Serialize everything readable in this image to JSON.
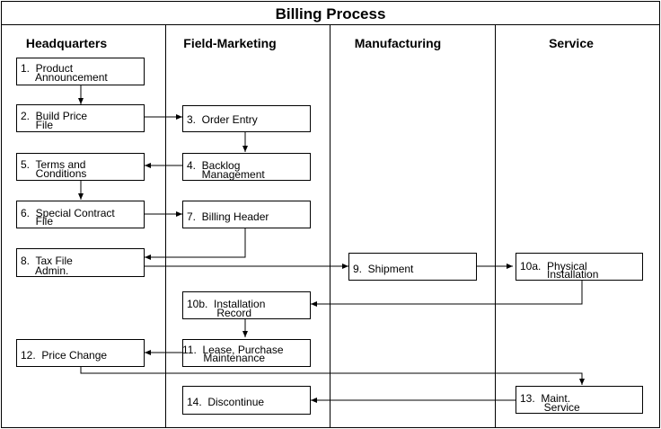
{
  "title": "Billing Process",
  "lanes": [
    "Headquarters",
    "Field-Marketing",
    "Manufacturing",
    "Service"
  ],
  "steps": [
    {
      "id": "s1",
      "lines": [
        "1.  Product",
        "     Announcement"
      ]
    },
    {
      "id": "s2",
      "lines": [
        "2.  Build Price",
        "     File"
      ]
    },
    {
      "id": "s3",
      "lines": [
        "3.  Order Entry"
      ]
    },
    {
      "id": "s5",
      "lines": [
        "5.  Terms and",
        "     Conditions"
      ]
    },
    {
      "id": "s4",
      "lines": [
        "4.  Backlog",
        "     Management"
      ]
    },
    {
      "id": "s6",
      "lines": [
        "6.  Special Contract",
        "     File"
      ]
    },
    {
      "id": "s7",
      "lines": [
        "7.  Billing Header"
      ]
    },
    {
      "id": "s8",
      "lines": [
        "8.  Tax File",
        "     Admin."
      ]
    },
    {
      "id": "s9",
      "lines": [
        "9.  Shipment"
      ]
    },
    {
      "id": "s10a",
      "lines": [
        "10a.  Physical",
        "         Installation"
      ]
    },
    {
      "id": "s10b",
      "lines": [
        "10b.  Installation",
        "          Record"
      ]
    },
    {
      "id": "s12",
      "lines": [
        "12.  Price Change"
      ]
    },
    {
      "id": "s11",
      "lines": [
        "11.  Lease, Purchase",
        "       Maintenance"
      ]
    },
    {
      "id": "s14",
      "lines": [
        "14.  Discontinue"
      ]
    },
    {
      "id": "s13",
      "lines": [
        "13.  Maint.",
        "        Service"
      ]
    }
  ]
}
